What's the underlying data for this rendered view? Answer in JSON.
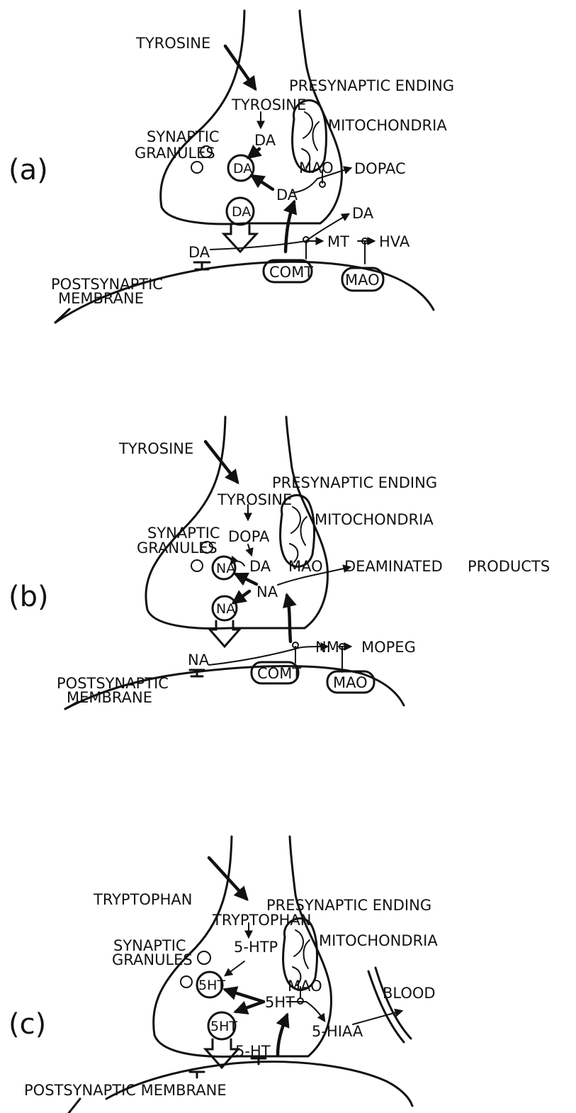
{
  "panel_a": {
    "panel_label": "(a)",
    "precursor_outside": "TYROSINE",
    "precursor_inside": "TYROSINE",
    "presynaptic_ending": "PRESYNAPTIC ENDING",
    "mitochondria": "MITOCHONDRIA",
    "synaptic_granules_1": "SYNAPTIC",
    "synaptic_granules_2": "GRANULES",
    "da_top": "DA",
    "da_granule": "DA",
    "da_center": "DA",
    "da_release": "DA",
    "da_receptor": "DA",
    "da_right": "DA",
    "mao": "MAO",
    "dopac": "DOPAC",
    "mt": "MT",
    "hva": "HVA",
    "comt": "COMT",
    "mao_post": "MAO",
    "postsynaptic_1": "POSTSYNAPTIC",
    "postsynaptic_2": "MEMBRANE"
  },
  "panel_b": {
    "panel_label": "(b)",
    "precursor_outside": "TYROSINE",
    "precursor_inside": "TYROSINE",
    "presynaptic_ending": "PRESYNAPTIC ENDING",
    "mitochondria": "MITOCHONDRIA",
    "synaptic_granules_1": "SYNAPTIC",
    "synaptic_granules_2": "GRANULES",
    "dopa": "DOPA",
    "da": "DA",
    "na_granule": "NA",
    "na_center": "NA",
    "na_release": "NA",
    "na_receptor": "NA",
    "mao": "MAO",
    "deaminated": "DEAMINATED",
    "products": "PRODUCTS",
    "nm": "NM",
    "mopeg": "MOPEG",
    "comt": "COMT",
    "mao_post": "MAO",
    "postsynaptic_1": "POSTSYNAPTIC",
    "postsynaptic_2": "MEMBRANE"
  },
  "panel_c": {
    "panel_label": "(c)",
    "precursor_outside": "TRYPTOPHAN",
    "precursor_inside": "TRYPTOPHAN",
    "presynaptic_ending": "PRESYNAPTIC ENDING",
    "mitochondria": "MITOCHONDRIA",
    "synaptic_granules_1": "SYNAPTIC",
    "synaptic_granules_2": "GRANULES",
    "htp": "5-HTP",
    "ht_granule": "5HT",
    "ht_center": "5HT",
    "ht_release": "5HT",
    "ht_cleft": "5-HT",
    "mao": "MAO",
    "hiaa": "5-HIAA",
    "blood": "BLOOD",
    "postsynaptic": "POSTSYNAPTIC MEMBRANE"
  }
}
